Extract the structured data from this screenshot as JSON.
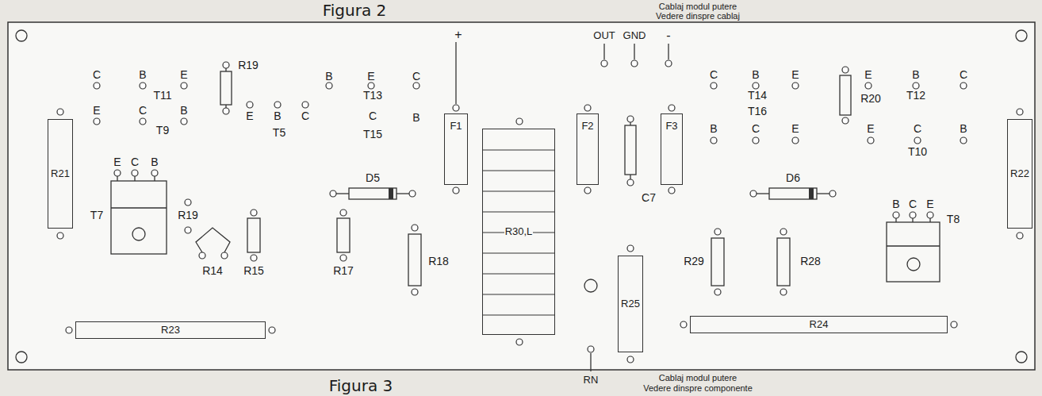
{
  "diagram": {
    "nodes": [
      {
        "text": [
          "R21"
        ]
      },
      {
        "text": [
          "F1"
        ]
      },
      {
        "text": [
          "R30,L"
        ]
      },
      {
        "text": [
          "F2"
        ]
      },
      {
        "text": [
          "F3"
        ]
      },
      {
        "text": [
          "R25"
        ]
      },
      {
        "text": [
          "R22"
        ]
      },
      {
        "text": [
          "R23"
        ]
      },
      {
        "text": [
          "R24"
        ]
      }
    ],
    "labels": [
      "Figura 2",
      "Cablaj modul putere",
      "Vedere dinspre cablaj",
      "+",
      "OUT",
      "GND",
      "-",
      "C",
      "B",
      "E",
      "T11",
      "R19",
      "B",
      "E",
      "C",
      "T13",
      "E",
      "C",
      "B",
      "T9",
      "E",
      "B",
      "C",
      "T5",
      "C",
      "B",
      "T15",
      "C",
      "B",
      "E",
      "T14",
      "E",
      "B",
      "C",
      "T12",
      "R20",
      "T16",
      "B",
      "C",
      "E",
      "E",
      "C",
      "B",
      "T10",
      "E",
      "C",
      "B",
      "T7",
      "R19",
      "D5",
      "R14",
      "R15",
      "R17",
      "R18",
      "C7",
      "D6",
      "R29",
      "R28",
      "B",
      "C",
      "E",
      "T8",
      "RN",
      "Cablaj modul putere",
      "Vedere dinspre componente",
      "Figura 3"
    ]
  }
}
